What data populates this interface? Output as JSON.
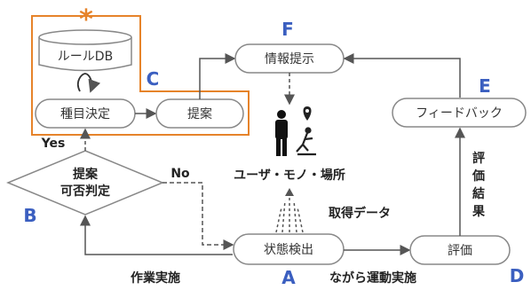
{
  "nodes": {
    "rule_db": "ルールDB",
    "category_decision": "種目決定",
    "proposal": "提案",
    "info_presentation": "情報提示",
    "feedback": "フィードバック",
    "decision_line1": "提案",
    "decision_line2": "可否判定",
    "state_detection": "状態検出",
    "evaluation": "評価"
  },
  "labels": {
    "asterisk": "*",
    "yes": "Yes",
    "no": "No",
    "user_thing_place": "ユーザ・モノ・場所",
    "data_acquisition": "取得データ",
    "eval_result_1": "評",
    "eval_result_2": "価",
    "eval_result_3": "結",
    "eval_result_4": "果",
    "work_execution": "作業実施",
    "while_exercise": "ながら運動実施"
  },
  "letters": {
    "a": "A",
    "b": "B",
    "c": "C",
    "d": "D",
    "e": "E",
    "f": "F"
  },
  "colors": {
    "orange": "#e6832a",
    "blue_letter": "#3b5fc0",
    "node_stroke": "#888888",
    "arrow": "#555555"
  },
  "icons": [
    "person-icon",
    "location-pin-icon",
    "exercise-figure-icon",
    "signal-arrows-icon"
  ]
}
